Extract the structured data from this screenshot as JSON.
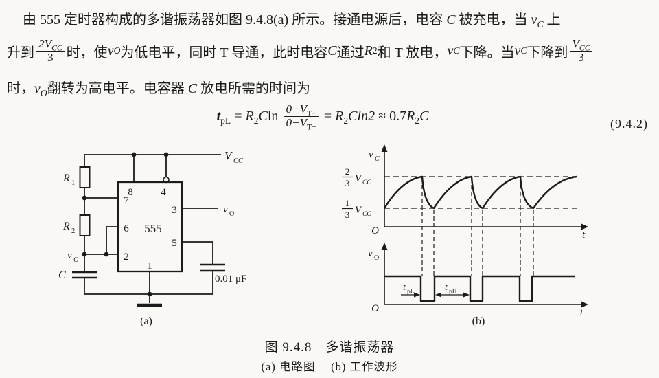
{
  "colors": {
    "paper": "#f9f8f5",
    "ink": "#1b1b1b"
  },
  "para": {
    "l1": {
      "a": "由 555 定时器构成的多谐振荡器如图 9.4.8(a) 所示。接通电源后，电容 ",
      "b": "C",
      "c": " 被充电，当 ",
      "d": "v",
      "ds": "C",
      "e": " 上"
    },
    "l2": {
      "a": "升到",
      "f1n": "2V",
      "f1ns": "CC",
      "f1d": "3",
      "b": "时，使 ",
      "c": "v",
      "cs": "O",
      "d": " 为低电平，同时 T 导通，此时电容 ",
      "e": "C",
      "f": " 通过 ",
      "g": "R",
      "gs": "2",
      "h": " 和 T 放电，",
      "i": "v",
      "is": "C",
      "j": " 下降。当 ",
      "k": "v",
      "ks": "C",
      "l": " 下降到",
      "f2n": "V",
      "f2ns": "CC",
      "f2d": "3"
    },
    "l3": {
      "a": "时，",
      "b": "v",
      "bs": "O",
      "c": "翻转为高电平。电容器 ",
      "d": "C",
      "e": " 放电所需的时间为"
    }
  },
  "formula": {
    "lhs": "t",
    "lhs_sub": "pL",
    "eq1": "=",
    "R1": "R",
    "R1s": "2",
    "C1": "C",
    "ln1": "ln",
    "num": "0−V",
    "num_sub": "T+",
    "den": "0−V",
    "den_sub": "T−",
    "eq2": "=",
    "R2": "R",
    "R2s": "2",
    "mid": "Cln2",
    "approx": "≈",
    "coef": "0.7",
    "R3": "R",
    "R3s": "2",
    "C3": "C",
    "tag": "(9.4.2)"
  },
  "circuit": {
    "vcc": "V",
    "vcc_sub": "CC",
    "r1": "R",
    "r1_sub": "1",
    "r2": "R",
    "r2_sub": "2",
    "vc": "v",
    "vc_sub": "C",
    "cap": "C",
    "chip": "555",
    "pins": {
      "p8": "8",
      "p4": "4",
      "p7": "7",
      "p6": "6",
      "p2": "2",
      "p3": "3",
      "p5": "5",
      "p1": "1"
    },
    "vo": "v",
    "vo_sub": "O",
    "cap_value": "0.01 μF",
    "sublabel": "(a)"
  },
  "wave_vc": {
    "axis_v": "v",
    "axis_v_sub": "C",
    "hi_num": "2",
    "hi_den": "3",
    "hi_v": "V",
    "hi_v_sub": "CC",
    "lo_num": "1",
    "lo_den": "3",
    "lo_v": "V",
    "lo_v_sub": "CC",
    "origin": "O",
    "t": "t"
  },
  "wave_vo": {
    "axis_v": "v",
    "axis_v_sub": "O",
    "tpl": "t",
    "tpl_sub": "pL",
    "tph": "t",
    "tph_sub": "pH",
    "origin": "O",
    "t": "t",
    "sublabel": "(b)"
  },
  "caption": {
    "line1": "图 9.4.8　多谐振荡器",
    "line2": "(a) 电路图　 (b) 工作波形"
  }
}
